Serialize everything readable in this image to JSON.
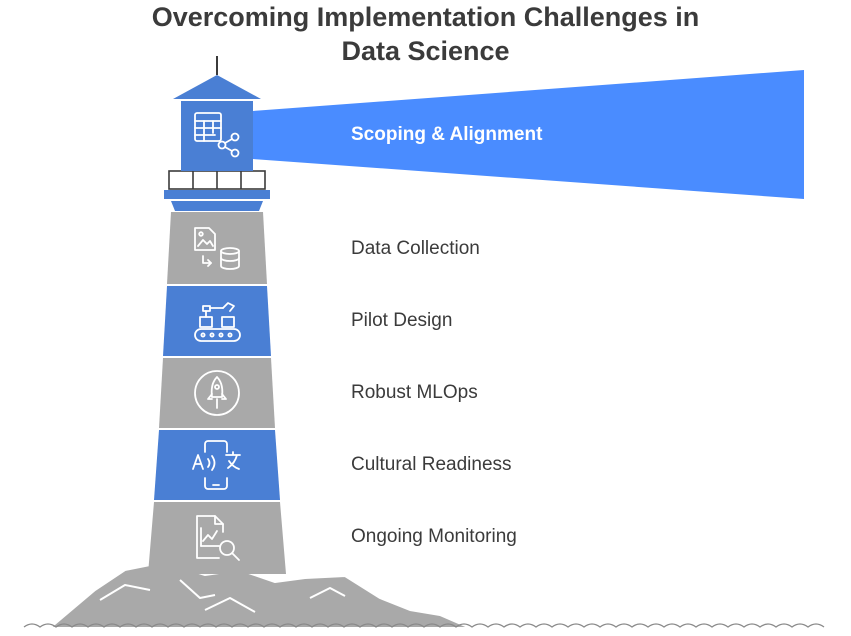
{
  "title": {
    "line1": "Overcoming Implementation Challenges in",
    "line2": "Data Science"
  },
  "colors": {
    "blue": "#4a7fd4",
    "gray": "#a9a9a9",
    "beam": "#4a8cff",
    "text": "#3b3b3b"
  },
  "stages": [
    {
      "label": "Scoping & Alignment",
      "icon": "table-share-icon",
      "highlight": true
    },
    {
      "label": "Data Collection",
      "icon": "image-to-database-icon"
    },
    {
      "label": "Pilot Design",
      "icon": "robotic-arm-conveyor-icon"
    },
    {
      "label": "Robust MLOps",
      "icon": "rocket-icon"
    },
    {
      "label": "Cultural Readiness",
      "icon": "phone-translate-icon"
    },
    {
      "label": "Ongoing Monitoring",
      "icon": "chart-document-search-icon"
    }
  ]
}
